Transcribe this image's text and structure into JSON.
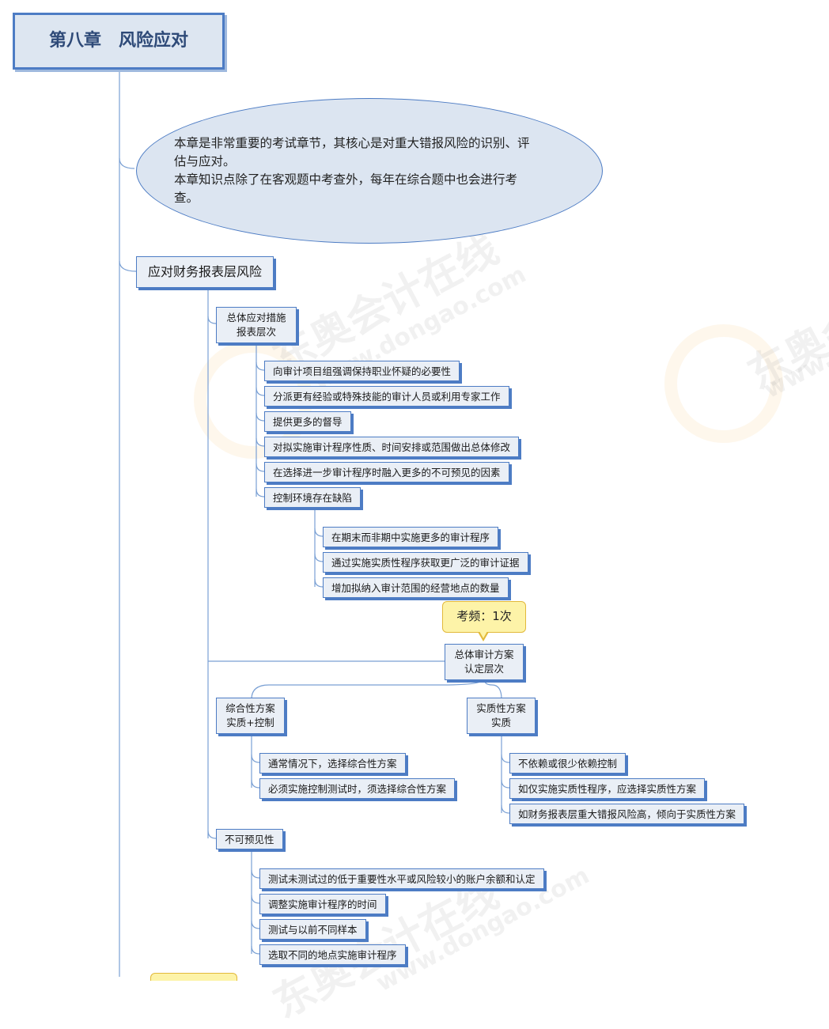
{
  "title": "第八章　风险应对",
  "intro": {
    "lines": [
      "本章是非常重要的考试章节，其核心是对重大错报风险的识别、评",
      "估与应对。",
      "本章知识点除了在客观题中考查外，每年在综合题中也会进行考",
      "查。"
    ]
  },
  "main_topic": "应对财务报表层风险",
  "overall_measures": {
    "lines": [
      "总体应对措施",
      "报表层次"
    ],
    "items": [
      "向审计项目组强调保持职业怀疑的必要性",
      "分派更有经验或特殊技能的审计人员或利用专家工作",
      "提供更多的督导",
      "对拟实施审计程序性质、时间安排或范围做出总体修改",
      "在选择进一步审计程序时融入更多的不可预见的因素",
      "控制环境存在缺陷"
    ],
    "control_defect_items": [
      "在期末而非期中实施更多的审计程序",
      "通过实施实质性程序获取更广泛的审计证据",
      "增加拟纳入审计范围的经营地点的数量"
    ]
  },
  "exam_frequency": "考频：1次",
  "overall_plan": {
    "lines": [
      "总体审计方案",
      "认定层次"
    ],
    "comprehensive": {
      "lines": [
        "综合性方案",
        "实质+控制"
      ],
      "items": [
        "通常情况下，选择综合性方案",
        "必须实施控制测试时，须选择综合性方案"
      ]
    },
    "substantive": {
      "lines": [
        "实质性方案",
        "实质"
      ],
      "items": [
        "不依赖或很少依赖控制",
        "如仅实施实质性程序，应选择实质性方案",
        "如财务报表层重大错报风险高，倾向于实质性方案"
      ]
    }
  },
  "unpredictability": {
    "label": "不可预见性",
    "items": [
      "测试未测试过的低于重要性水平或风险较小的账户余额和认定",
      "调整实施审计程序的时间",
      "测试与以前不同样本",
      "选取不同的地点实施审计程序"
    ]
  },
  "watermark": {
    "cn": "东奥会计在线",
    "url": "www.dongao.com"
  },
  "colors": {
    "border": "#4d7cc4",
    "node_fill": "#eaeff6",
    "title_fill": "#dde6f1",
    "title_text": "#2e4a78",
    "ellipse_fill": "#dce5f1",
    "callout_fill": "#fdf3a8",
    "callout_border": "#e2b93b",
    "line": "#7aa0d4"
  }
}
